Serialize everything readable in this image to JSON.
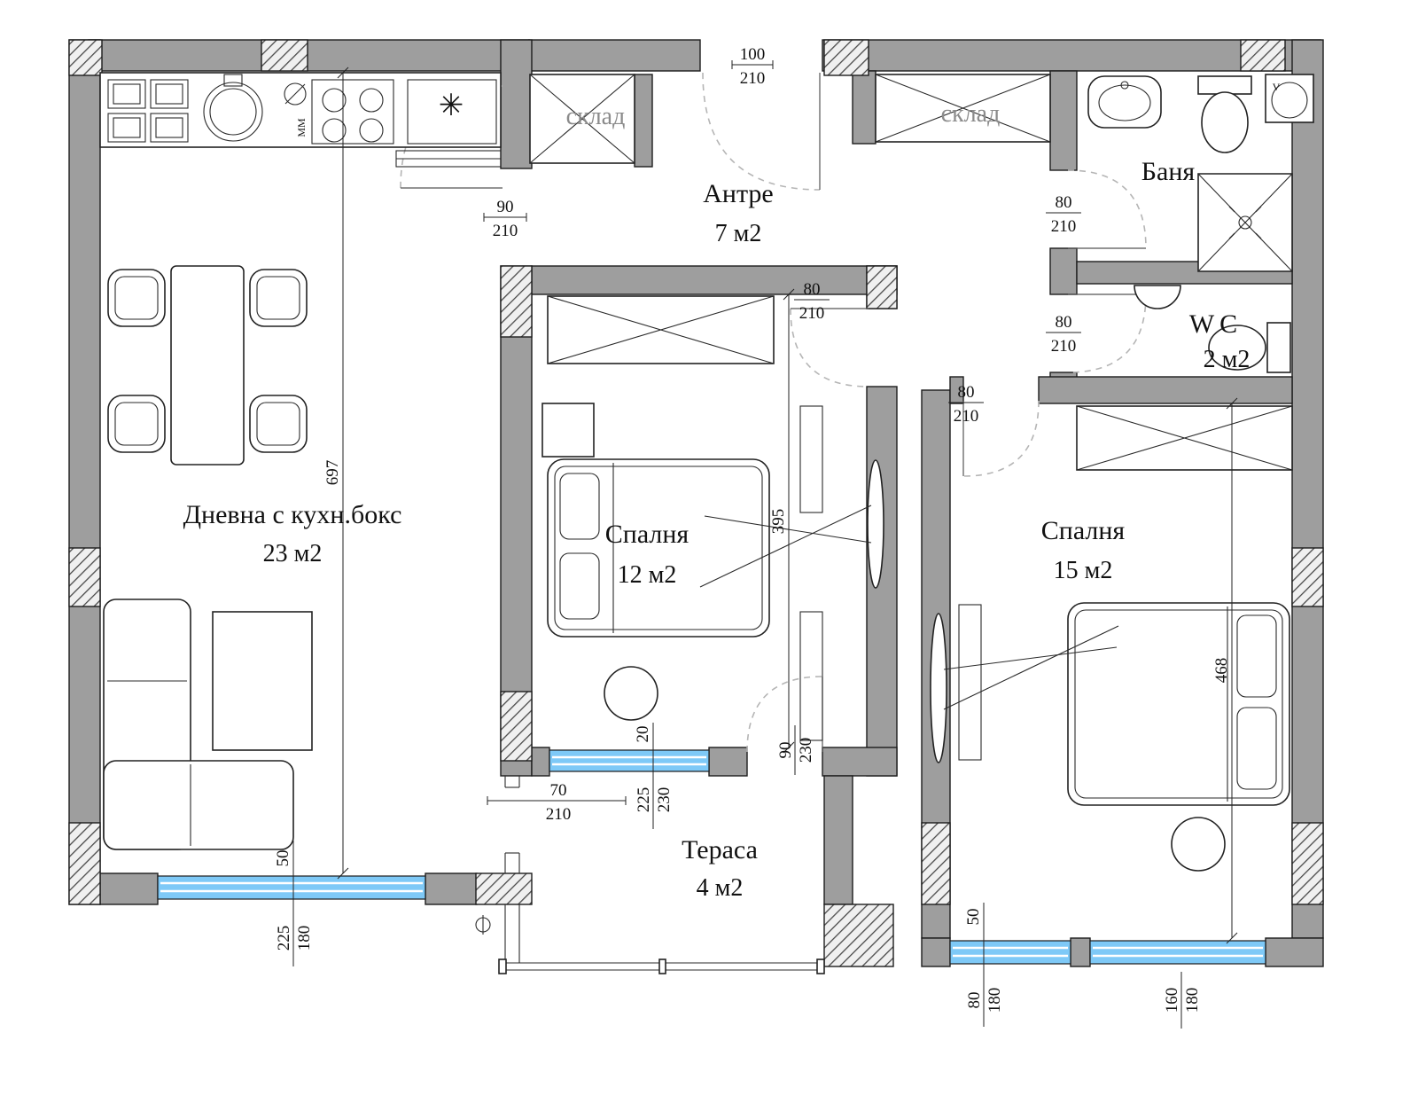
{
  "plan": {
    "rooms": {
      "living": {
        "name": "Дневна с кухн.бокс",
        "area": "23 м2"
      },
      "entry": {
        "name": "Антре",
        "area": "7 м2"
      },
      "bedroom1": {
        "name": "Спалня",
        "area": "12 м2"
      },
      "bedroom2": {
        "name": "Спалня",
        "area": "15 м2"
      },
      "bath": {
        "name": "Баня"
      },
      "wc": {
        "name": "WC",
        "area": "2 м2"
      },
      "terrace": {
        "name": "Тераса",
        "area": "4 м2"
      },
      "storage_left": {
        "name": "склад"
      },
      "storage_right": {
        "name": "склад"
      }
    },
    "dims": {
      "kitchen_door": {
        "num": "90",
        "den": "210"
      },
      "entry_door": {
        "num": "100",
        "den": "210"
      },
      "bedroom1_door": {
        "num": "80",
        "den": "210"
      },
      "bath_door": {
        "num": "80",
        "den": "210"
      },
      "wc_door": {
        "num": "80",
        "den": "210"
      },
      "bedroom2_door": {
        "num": "80",
        "den": "210"
      },
      "terrace_door": {
        "num": "70",
        "den": "210"
      },
      "bedroom1_terrace_door": {
        "num": "90",
        "den": "230"
      },
      "bedroom1_window": {
        "num": "225",
        "den": "230"
      },
      "living_window": {
        "num": "225",
        "den": "180"
      },
      "right_window_small": {
        "num": "80",
        "den": "180"
      },
      "right_window_large": {
        "num": "160",
        "den": "180"
      },
      "living_length": "697",
      "bedroom1_length": "395",
      "bedroom2_length": "468",
      "wall_segment": "20",
      "parapet_left": "50",
      "parapet_right": "50"
    },
    "symbols": {
      "hob": "✳",
      "washer": "MM",
      "boiler": "V"
    },
    "colors": {
      "wall": "#9e9e9e",
      "window": "#7ec9f7",
      "hatch_line": "#4a4a4a",
      "dash": "#b5b5b5",
      "ink": "#1c1c1c"
    }
  }
}
